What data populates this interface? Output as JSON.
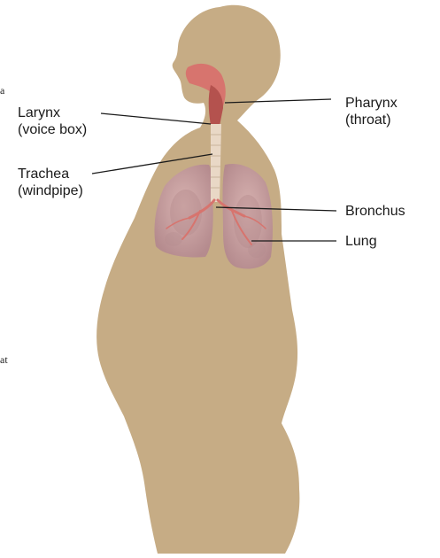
{
  "colors": {
    "silhouette": "#c6ac85",
    "lung": "#c9a2a2",
    "lung_shade": "#b58b8e",
    "airway": "#d7746e",
    "airway_dark": "#b4524e",
    "trachea": "#e9d8c6",
    "leader_line": "#1a1a1a"
  },
  "labels": {
    "larynx": {
      "line1": "Larynx",
      "line2": "(voice box)"
    },
    "trachea": {
      "line1": "Trachea",
      "line2": "(windpipe)"
    },
    "pharynx": {
      "line1": "Pharynx",
      "line2": "(throat)"
    },
    "bronchus": {
      "text": "Bronchus"
    },
    "lung": {
      "text": "Lung"
    }
  },
  "left_edge_fragments": {
    "top": "a",
    "bottom": "at"
  }
}
